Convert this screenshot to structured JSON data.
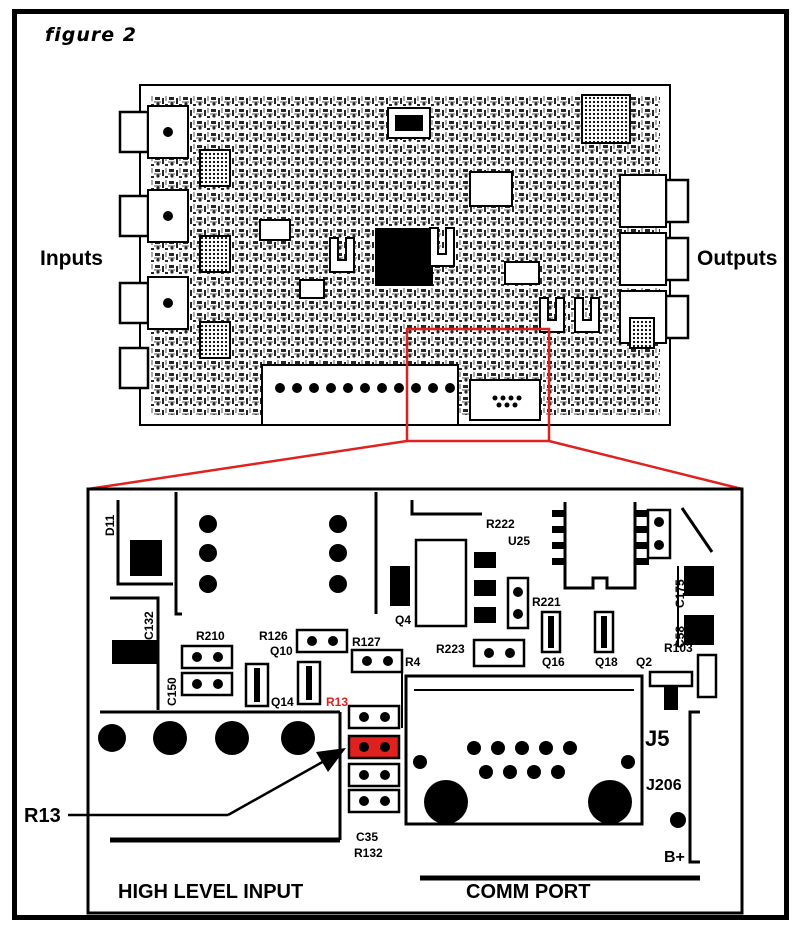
{
  "figure_title": "figure 2",
  "side_labels": {
    "inputs": "Inputs",
    "outputs": "Outputs"
  },
  "callout": {
    "label": "R13"
  },
  "detail": {
    "bottom_labels": {
      "high_level_input": "HIGH LEVEL INPUT",
      "comm_port": "COMM PORT"
    },
    "component_labels": [
      "D11",
      "C132",
      "R210",
      "R126",
      "Q10",
      "R127",
      "R4",
      "Q14",
      "C150",
      "R13",
      "Q4",
      "R222",
      "U25",
      "R221",
      "R223",
      "Q16",
      "Q18",
      "Q2",
      "C175",
      "C58",
      "R103",
      "J5",
      "J206",
      "B+",
      "C35",
      "R132"
    ]
  },
  "colors": {
    "highlight": "#e0211e",
    "ink": "#000000",
    "paper": "#ffffff"
  }
}
